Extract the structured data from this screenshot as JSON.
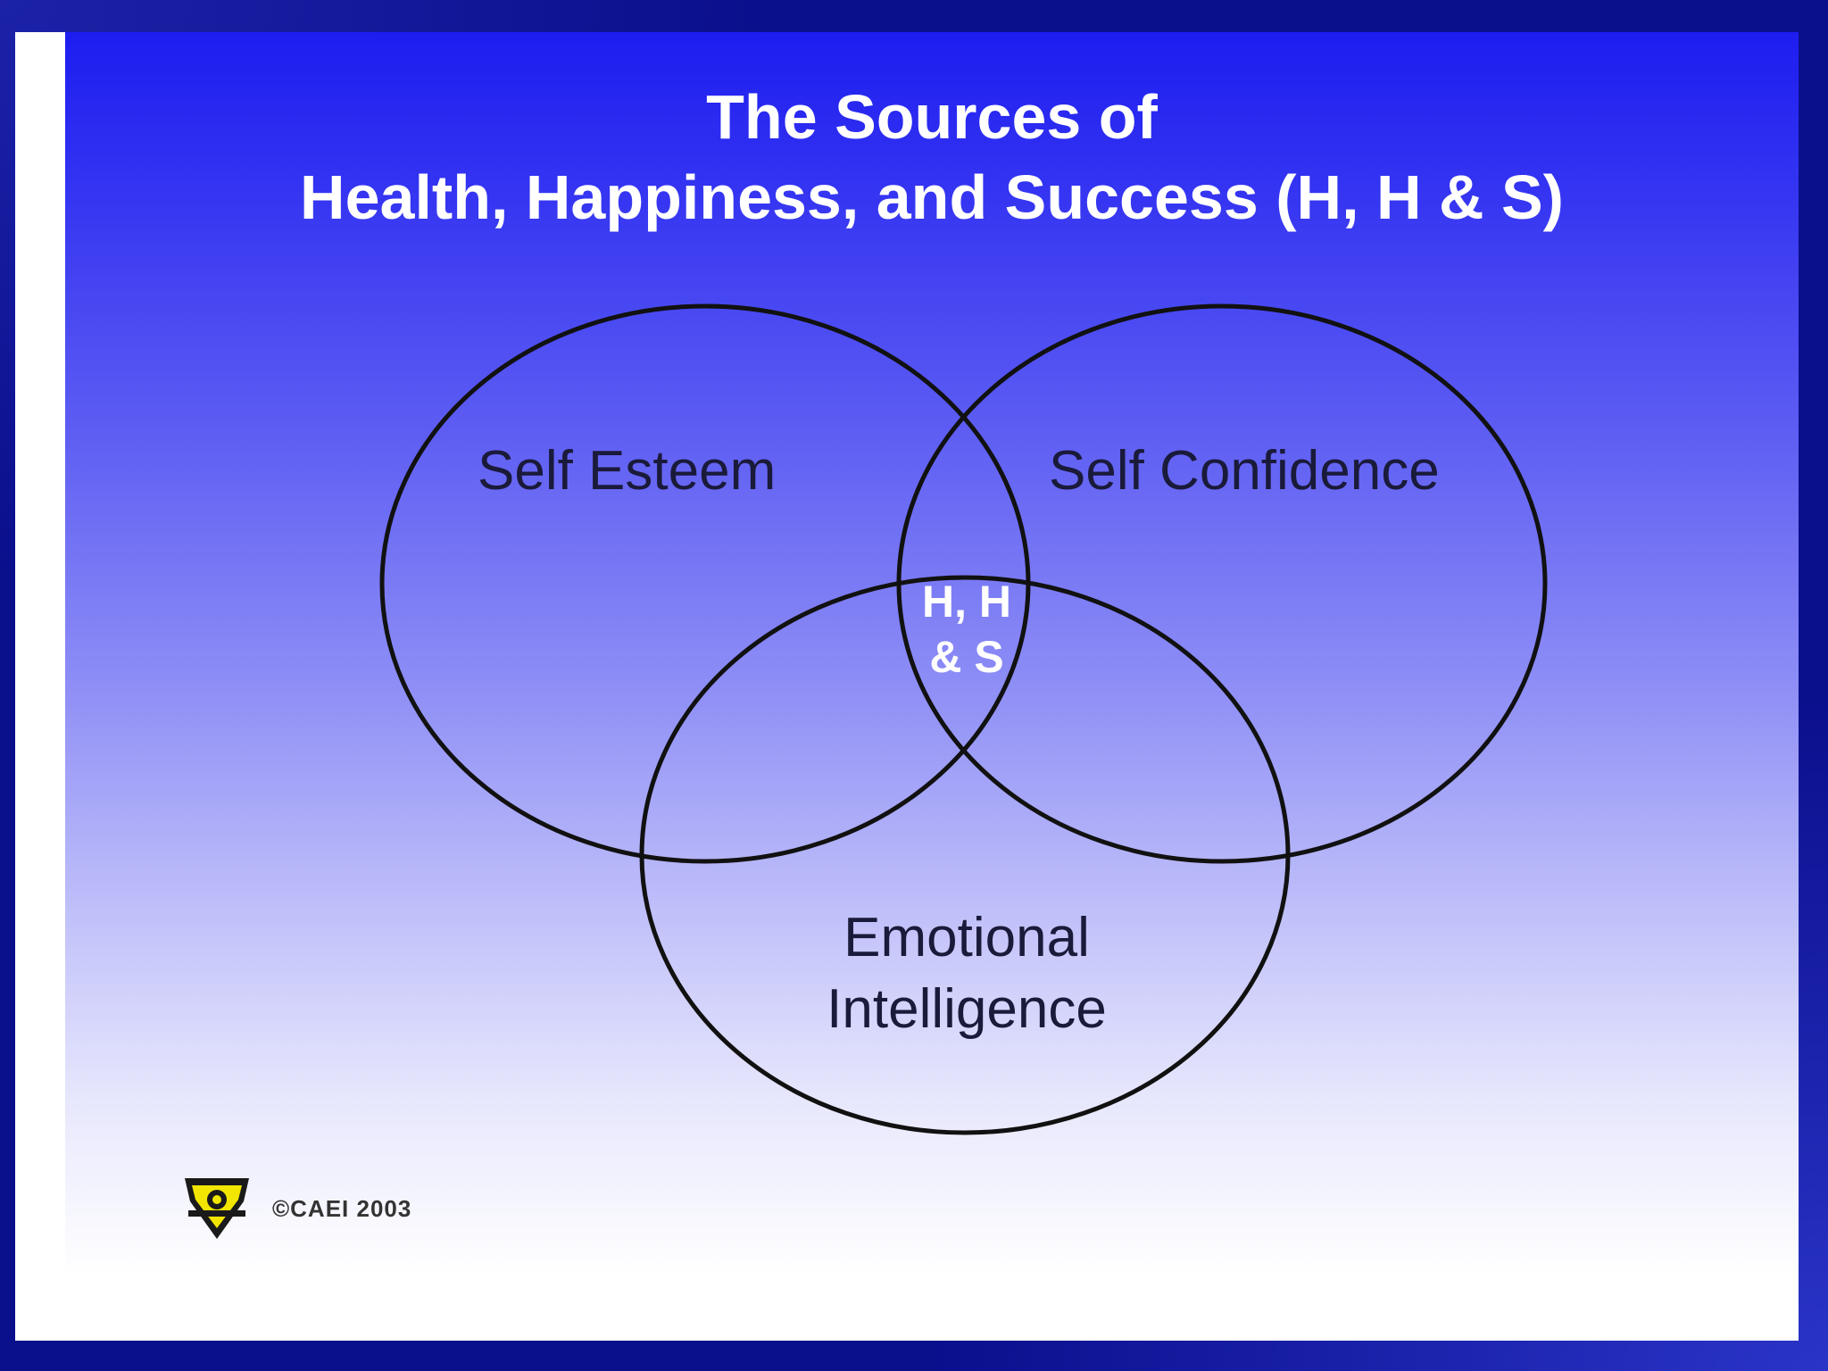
{
  "title": {
    "line1": "The Sources of",
    "line2": "Health,  Happiness,  and Success (H, H & S)"
  },
  "venn": {
    "sets": [
      {
        "label": "Self Esteem"
      },
      {
        "label": "Self Confidence"
      },
      {
        "label": "Emotional Intelligence",
        "line1": "Emotional",
        "line2": "Intelligence"
      }
    ],
    "intersection": {
      "line1": "H, H",
      "line2": "& S"
    }
  },
  "footer": {
    "copyright": "©CAEI 2003",
    "logo_icon": "caei-emblem-icon"
  },
  "colors": {
    "frame": "#0a0f8c",
    "slide_top": "#1d1df0",
    "slide_bottom": "#ffffff",
    "title_text": "#ffffff",
    "circle_stroke": "#111111",
    "logo_yellow": "#f2e600"
  }
}
